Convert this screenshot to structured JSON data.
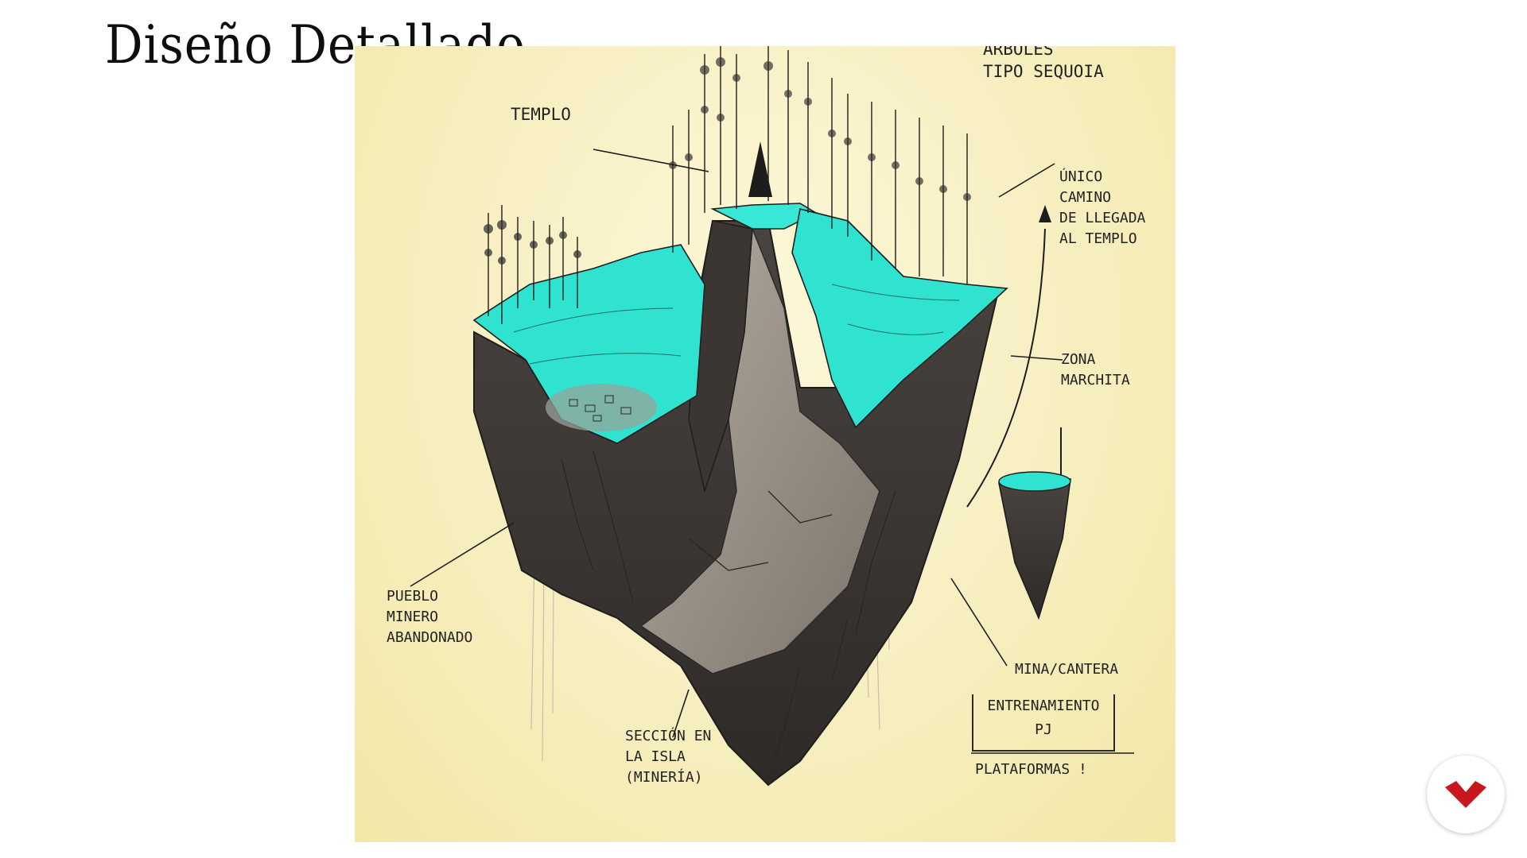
{
  "slide": {
    "title": "Diseño Detallado"
  },
  "sketch": {
    "labels": {
      "arboles": "Árboles\ntipo sequoia",
      "templo": "Templo",
      "camino": "Único\ncamino\nde llegada\nal Templo",
      "zona": "Zona\nmarchita",
      "pueblo": "Pueblo\nminero\nabandonado",
      "seccion": "Sección en\nla isla\n(minería)",
      "mina": "Mina/cantera",
      "entrenamiento": "Entrenamiento",
      "pj": "PJ",
      "plataformas": "Plataformas !"
    },
    "colors": {
      "paper": "#f8f0c4",
      "water": "#2fe3d0",
      "rock": "#5b544f",
      "rock_light": "#a8a096",
      "ink": "#1d1d1d"
    }
  },
  "logo": {
    "icon": "red-chevron-logo-icon",
    "color": "#c8171e"
  }
}
